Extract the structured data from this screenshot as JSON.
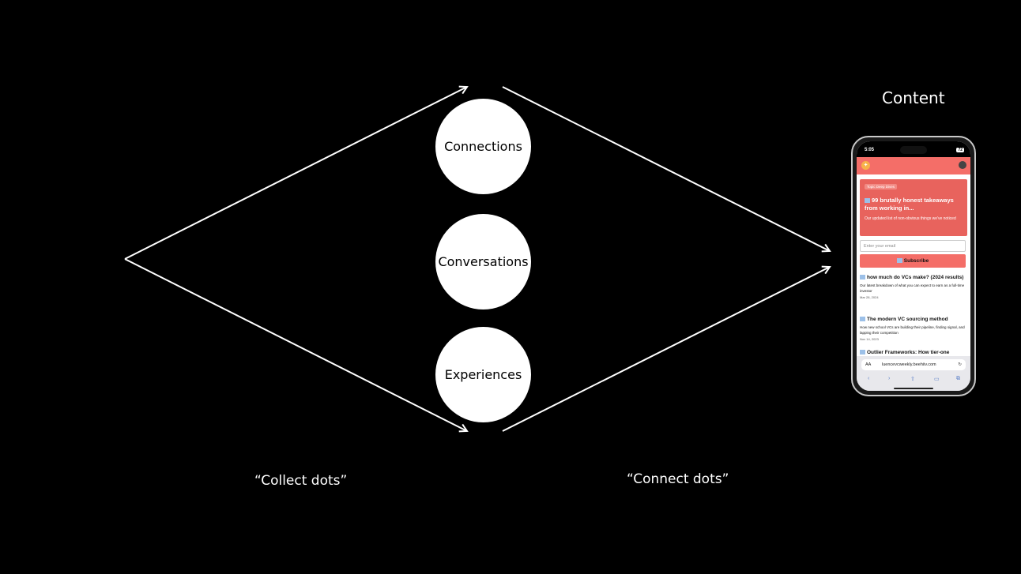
{
  "diagram": {
    "nodes": [
      {
        "label": "Connections"
      },
      {
        "label": "Conversations"
      },
      {
        "label": "Experiences"
      }
    ],
    "captions": {
      "collect": "“Collect dots”",
      "connect": "“Connect dots”"
    },
    "output_title": "Content"
  },
  "phone": {
    "time": "5:05",
    "battery": "72",
    "hero": {
      "tag": "Topic Deep Dives",
      "title": "99 brutally honest takeaways from working in...",
      "subtitle": "Our updated list of non-obvious things we've noticed"
    },
    "email_placeholder": "Enter your email",
    "subscribe_label": "Subscribe",
    "posts": [
      {
        "title": "how much do VCs make? (2024 results)",
        "desc": "Our latest breakdown of what you can expect to earn as a full-time investor",
        "date": "Mar 28, 2024"
      },
      {
        "title": "The modern VC sourcing method",
        "desc": "How new school VCs are building their pipeline, finding signal, and lapping their competition",
        "date": "Nov 14, 2023"
      },
      {
        "title": "Outlier Frameworks: How tier-one",
        "desc": "",
        "date": ""
      }
    ],
    "url": "luencevcweekly.beehiiv.com",
    "url_aa": "AA",
    "reload_icon": "↻"
  }
}
